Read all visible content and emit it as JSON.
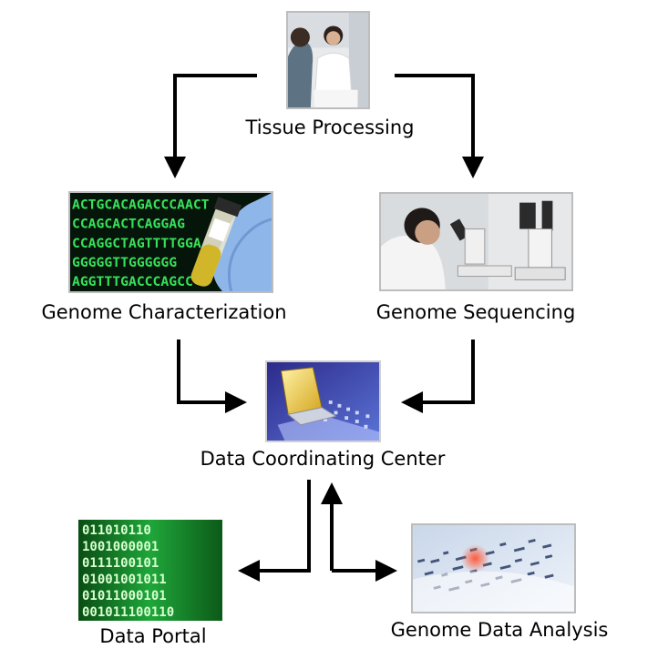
{
  "nodes": {
    "tissue": {
      "label": "Tissue Processing",
      "image": "doctor-patient-photo"
    },
    "characterization": {
      "label": "Genome Characterization",
      "image": "dna-sequence-test-tube-photo",
      "sequence_text": [
        "ACTGCACAGACCCAACT",
        "CCAGCACTCAGGAG",
        "CCAGGCTAGTTTTGGA",
        "GGGGGTTGGGGGG",
        "AGGTTTGACCCAGCC"
      ]
    },
    "sequencing": {
      "label": "Genome Sequencing",
      "image": "scientist-microscope-photo"
    },
    "dcc": {
      "label": "Data Coordinating Center",
      "image": "laptop-data-photo"
    },
    "portal": {
      "label": "Data Portal",
      "image": "binary-code-photo",
      "binary_text": [
        "011010110",
        "1001000001",
        "0111100101",
        "01001001011",
        "01011000101",
        "001011100110"
      ]
    },
    "analysis": {
      "label": "Genome Data Analysis",
      "image": "gel-sequence-photo"
    }
  },
  "edges": [
    {
      "from": "tissue",
      "to": "characterization"
    },
    {
      "from": "tissue",
      "to": "sequencing"
    },
    {
      "from": "characterization",
      "to": "dcc"
    },
    {
      "from": "sequencing",
      "to": "dcc"
    },
    {
      "from": "dcc",
      "to": "portal"
    },
    {
      "from": "dcc",
      "to": "analysis"
    },
    {
      "from": "analysis",
      "to": "dcc"
    }
  ],
  "colors": {
    "arrow": "#000000",
    "image_border": "#bdbdbd"
  }
}
